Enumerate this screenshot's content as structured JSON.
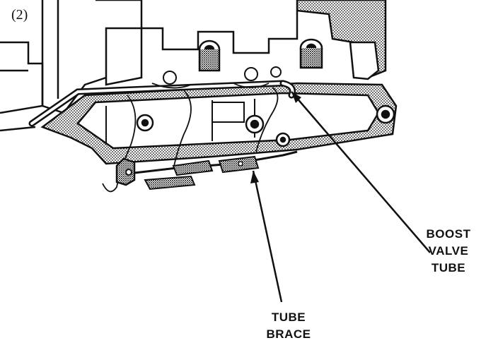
{
  "figure": {
    "corner_mark": "(2)",
    "ink_color": "#111111",
    "background": "#ffffff"
  },
  "callouts": {
    "boost_valve_tube": {
      "lines": [
        "BOOST",
        "VALVE",
        "TUBE"
      ]
    },
    "tube_brace": {
      "lines": [
        "TUBE",
        "BRACE"
      ]
    }
  }
}
